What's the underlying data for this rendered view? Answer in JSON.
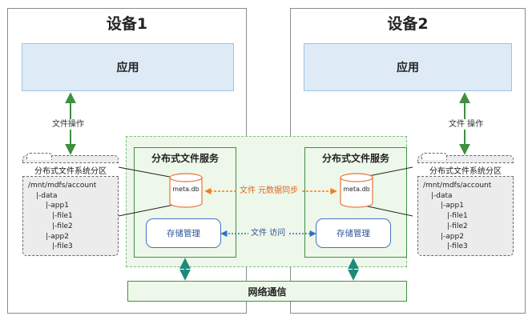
{
  "device1": {
    "title": "设备1",
    "app_label": "应用",
    "file_ops_label": "文件操作",
    "partition_title": "分布式文件系统分区",
    "tree": [
      "/mnt/mdfs/account",
      "|-data",
      "|-app1",
      "|-file1",
      "|-file2",
      "|-app2",
      "|-file3"
    ]
  },
  "device2": {
    "title": "设备2",
    "app_label": "应用",
    "file_ops_label": "文件 操作",
    "partition_title": "分布式文件系统分区",
    "tree": [
      "/mnt/mdfs/account",
      "|-data",
      "|-app1",
      "|-file1",
      "|-file2",
      "|-app2",
      "|-file3"
    ]
  },
  "service_left": {
    "title": "分布式文件服务",
    "db_label": "meta.db",
    "storage_label": "存储管理"
  },
  "service_right": {
    "title": "分布式文件服务",
    "db_label": "meta.db",
    "storage_label": "存储管理"
  },
  "sync_label": "文件 元数据同步",
  "access_label": "文件 访问",
  "network_label": "网络通信",
  "colors": {
    "green_arrow": "#3e8f3e",
    "teal_arrow": "#1f8a7a",
    "sync_orange": "#f07d1d",
    "access_blue": "#2f6fc1",
    "cylinder": "#e8743b"
  }
}
